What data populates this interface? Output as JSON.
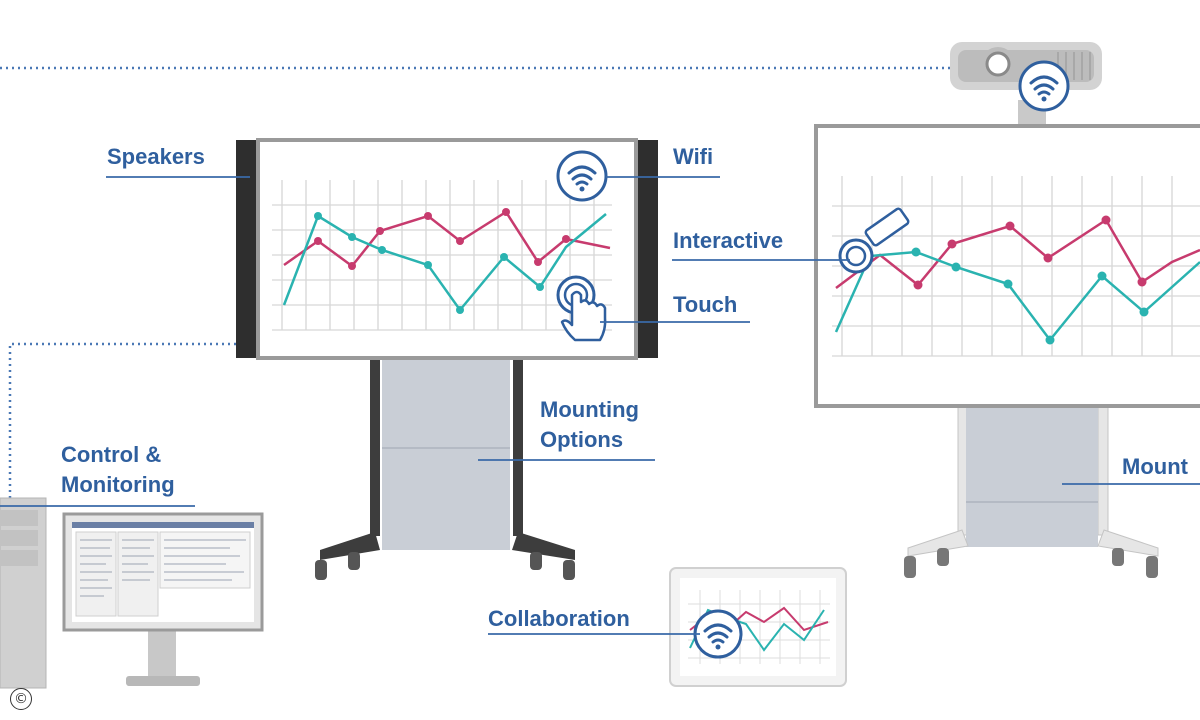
{
  "labels": {
    "speakers": "Speakers",
    "wifi": "Wifi",
    "interactive": "Interactive",
    "touch": "Touch",
    "mounting_line1": "Mounting",
    "mounting_line2": "Options",
    "mounting_right": "Mount",
    "control_line1": "Control &",
    "control_line2": "Monitoring",
    "collaboration": "Collaboration"
  },
  "copyright_symbol": "©",
  "icons": [
    "wifi-icon",
    "touch-icon",
    "pen-icon",
    "projector-icon"
  ],
  "colors": {
    "label_text": "#2f5f9e",
    "callout_line": "#3a6aa8",
    "pink_series": "#c73b6e",
    "teal_series": "#2ab3b0",
    "grid": "#d6d6d6",
    "frame": "#9a9a9a",
    "stand_dark": "#3d3d3d",
    "stand_panel": "#c9ced6"
  }
}
